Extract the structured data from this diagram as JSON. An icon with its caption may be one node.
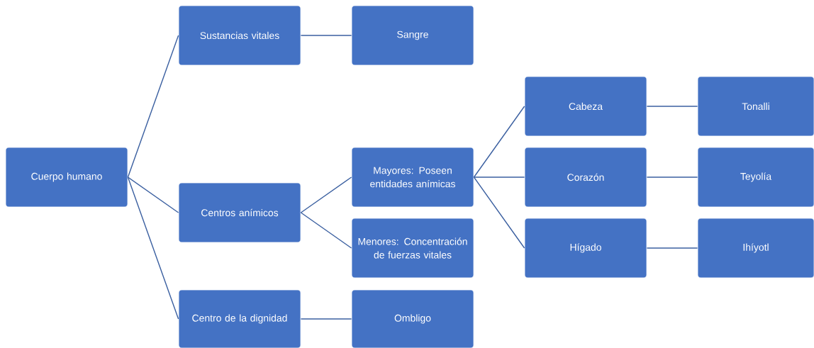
{
  "diagram": {
    "nodes": [
      {
        "text": [
          "Cuerpo humano"
        ]
      },
      {
        "text": [
          "Sustancias vitales"
        ]
      },
      {
        "text": [
          "Sangre"
        ]
      },
      {
        "text": [
          "Centros anímicos"
        ]
      },
      {
        "text": [
          "Mayores: Poseen entidades anímicas"
        ]
      },
      {
        "text": [
          "Menores: Concentración de fuerzas vitales"
        ]
      },
      {
        "text": [
          "Cabeza"
        ]
      },
      {
        "text": [
          "Tonalli"
        ]
      },
      {
        "text": [
          "Corazón"
        ]
      },
      {
        "text": [
          "Teyolía"
        ]
      },
      {
        "text": [
          "Hígado"
        ]
      },
      {
        "text": [
          "Ihíyotl"
        ]
      },
      {
        "text": [
          "Centro de la dignidad"
        ]
      },
      {
        "text": [
          "Ombligo"
        ]
      }
    ],
    "edges": [
      {
        "from": 0,
        "to": 1,
        "arrow": "none"
      },
      {
        "from": 1,
        "to": 2,
        "arrow": "none"
      },
      {
        "from": 0,
        "to": 3,
        "arrow": "none"
      },
      {
        "from": 3,
        "to": 4,
        "arrow": "none"
      },
      {
        "from": 3,
        "to": 5,
        "arrow": "none"
      },
      {
        "from": 4,
        "to": 6,
        "arrow": "none"
      },
      {
        "from": 6,
        "to": 7,
        "arrow": "none"
      },
      {
        "from": 4,
        "to": 8,
        "arrow": "none"
      },
      {
        "from": 8,
        "to": 9,
        "arrow": "none"
      },
      {
        "from": 4,
        "to": 10,
        "arrow": "none"
      },
      {
        "from": 10,
        "to": 11,
        "arrow": "none"
      },
      {
        "from": 0,
        "to": 12,
        "arrow": "none"
      },
      {
        "from": 12,
        "to": 13,
        "arrow": "none"
      }
    ]
  }
}
